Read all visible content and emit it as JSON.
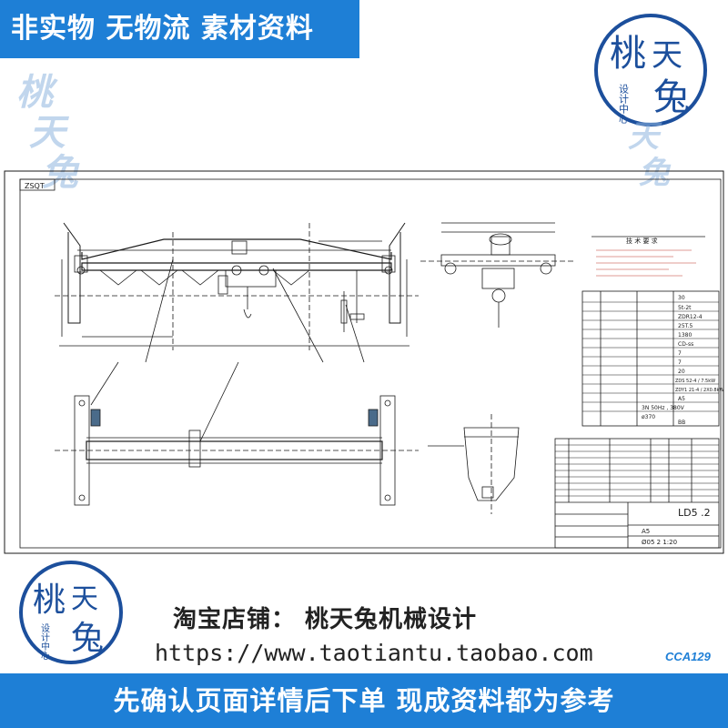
{
  "banner_top": "非实物 无物流 素材资料",
  "banner_bottom": "先确认页面详情后下单 现成资料都为参考",
  "shop_line": "淘宝店铺：  桃天兔机械设计",
  "url": "https://www.taotiantu.taobao.com",
  "product_code": "CCA129",
  "logo": {
    "main_chars": "桃",
    "side_chars": "天兔",
    "vertical_text": "设计中心"
  },
  "watermark": {
    "left": "桃天兔",
    "right": "天兔"
  },
  "drawing": {
    "title_block_code": "LD5 .2",
    "corner_code": "ZSQT",
    "notes_title": "技 术 要 求",
    "table_row_values": [
      "30",
      "5t-2t",
      "ZDR12-4",
      "25T.5",
      "1380",
      "CD-ss",
      "7",
      "7",
      "20",
      "ZDS 52-4 / 7.5kW",
      "ZDY1 21-4 / 2X0.8kW",
      "A5",
      "3N 50Hz , 380V",
      "ø370",
      "BB"
    ],
    "spec_label": "A5",
    "title_block_misc": "Ø05 2 1:20"
  },
  "colors": {
    "accent": "#1e7fd6",
    "logo_ring": "#1c4f9c"
  },
  "icons": {
    "logo": "peach-tree-rabbit-logo-icon"
  }
}
